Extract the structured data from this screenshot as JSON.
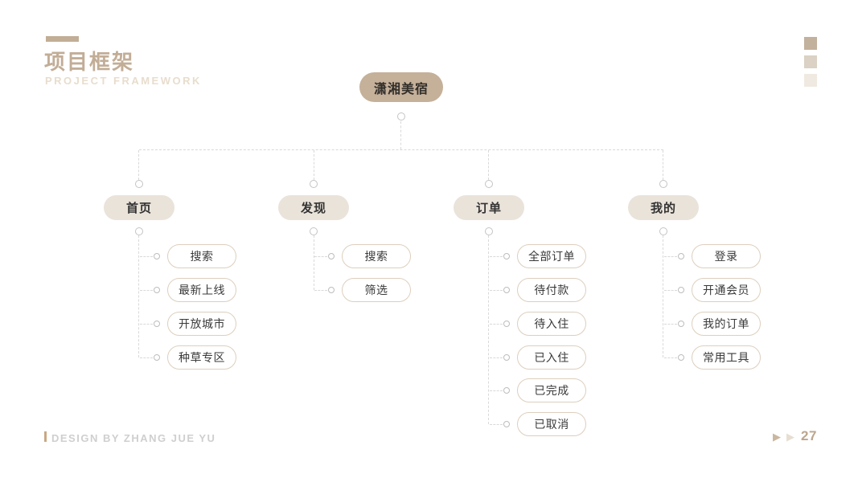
{
  "slide": {
    "title": "项目框架",
    "subtitle": "PROJECT FRAMEWORK",
    "footer_credit": "DESIGN BY ZHANG JUE YU",
    "page_number": "27"
  },
  "icons": {
    "page_arrow": "▶"
  },
  "colors": {
    "accent_tan": "#c5b09a",
    "title_text": "#c2ad96",
    "subtitle_text": "#e8ddcd",
    "branch_pill_bg": "#eae3da",
    "leaf_pill_border": "#ddcfbe",
    "connector_line": "#d9d9d9",
    "footer_text": "#cfcfcf",
    "page_number_text": "#bda68c"
  },
  "tree": {
    "root": {
      "label": "潇湘美宿"
    },
    "branches": [
      {
        "label": "首页",
        "children": [
          "搜索",
          "最新上线",
          "开放城市",
          "种草专区"
        ]
      },
      {
        "label": "发现",
        "children": [
          "搜索",
          "筛选"
        ]
      },
      {
        "label": "订单",
        "children": [
          "全部订单",
          "待付款",
          "待入住",
          "已入住",
          "已完成",
          "已取消"
        ]
      },
      {
        "label": "我的",
        "children": [
          "登录",
          "开通会员",
          "我的订单",
          "常用工具"
        ]
      }
    ]
  }
}
